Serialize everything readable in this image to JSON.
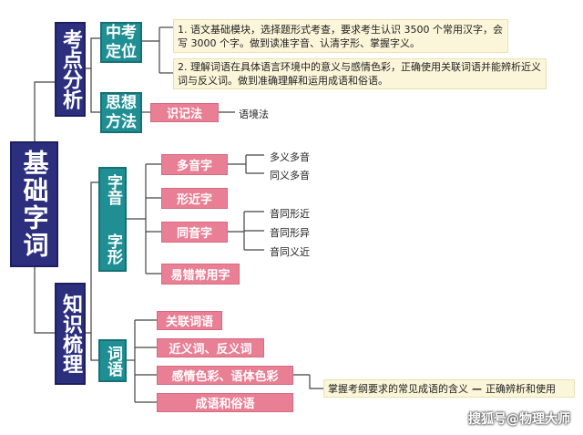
{
  "root": "基础字词",
  "branches": {
    "analysis": {
      "title": "考点分析",
      "zhongkao": {
        "label": "中考定位",
        "note1": "1. 语文基础模块，选择题形式考查，要求考生认识 3500 个常用汉字，会写 3000 个字。做到读准字音、认清字形、掌握字义。",
        "note2": "2. 理解词语在具体语言环境中的意义与感情色彩，正确使用关联词语并能辨析近义词与反义词。做到准确理解和运用成语和俗语。"
      },
      "method": {
        "label": "思想方法",
        "item": "识记法",
        "leaf": "语境法"
      }
    },
    "knowledge": {
      "title": "知识梳理",
      "zixing": {
        "label_top": "字音",
        "label_bottom": "字形",
        "items": {
          "duoyin": "多音字",
          "duoyin_leaves": [
            "多义多音",
            "同义多音"
          ],
          "xingjin": "形近字",
          "tongyin": "同音字",
          "tongyin_leaves": [
            "音同形近",
            "音同形异",
            "音同义近"
          ],
          "yicuo": "易错常用字"
        }
      },
      "ciyu": {
        "label": "词语",
        "items": [
          "关联词语",
          "近义词、反义词",
          "感情色彩、语体色彩",
          "成语和俗语"
        ],
        "note": "掌握考纲要求的常见成语的含义",
        "dash": "—",
        "note_end": "正确辨析和使用"
      }
    }
  },
  "watermark": "搜狐号@物理大师",
  "colors": {
    "navy": "#2b2f7e",
    "teal": "#1f8f93",
    "pink": "#e87f94",
    "note_bg": "#fbf6d9"
  }
}
